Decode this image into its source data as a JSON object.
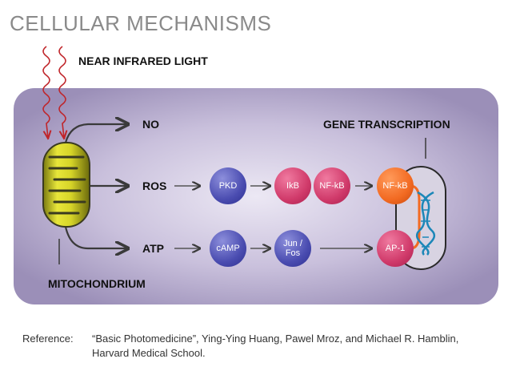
{
  "title": "CELLULAR MECHANISMS",
  "labels": {
    "light": "NEAR INFRARED LIGHT",
    "no": "NO",
    "ros": "ROS",
    "atp": "ATP",
    "mitochondrium": "MITOCHONDRIUM",
    "gene_transcription": "GENE TRANSCRIPTION"
  },
  "nodes": {
    "pkd": "PKD",
    "ikb": "IkB",
    "nfkb1": "NF-kB",
    "nfkb2": "NF-kB",
    "camp": "cAMP",
    "junfos": "Jun / Fos",
    "ap1": "AP-1"
  },
  "colors": {
    "panel": "#9b8fb8",
    "panel_center": "#ece8f4",
    "blue_node": "#4a4cb0",
    "red_node": "#d03a6a",
    "orange_node": "#f26a22",
    "mitochondrion": "#d6d428",
    "light_waves": "#c0252a"
  },
  "reference": {
    "label": "Reference:",
    "line1": "“Basic Photomedicine”, Ying-Ying Huang, Pawel Mroz, and Michael R. Hamblin,",
    "line2": "Harvard Medical School."
  }
}
